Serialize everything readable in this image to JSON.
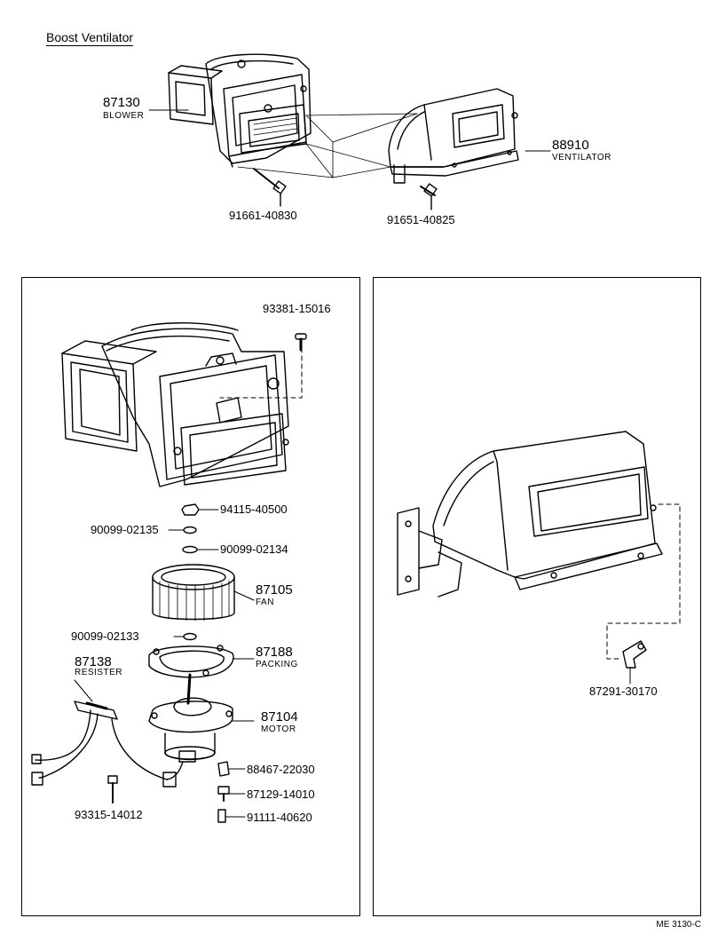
{
  "title": "Boost Ventilator",
  "figure_code": "ME 3130-C",
  "top": {
    "blower_number": "87130",
    "blower_name": "BLOWER",
    "ventilator_number": "88910",
    "ventilator_name": "VENTILATOR",
    "bolt_left": "91661-40830",
    "bolt_right": "91651-40825"
  },
  "left_panel": {
    "screw_top": "93381-15016",
    "nut": "94115-40500",
    "washer_a": "90099-02135",
    "washer_b": "90099-02134",
    "fan_number": "87105",
    "fan_name": "FAN",
    "washer_c": "90099-02133",
    "packing_number": "87188",
    "packing_name": "PACKING",
    "resister_number": "87138",
    "resister_name": "RESISTER",
    "motor_number": "87104",
    "motor_name": "MOTOR",
    "part_a": "88467-22030",
    "part_b": "87129-14010",
    "part_c": "91111-40620",
    "screw_bottom": "93315-14012"
  },
  "right_panel": {
    "joint": "87291-30170"
  }
}
